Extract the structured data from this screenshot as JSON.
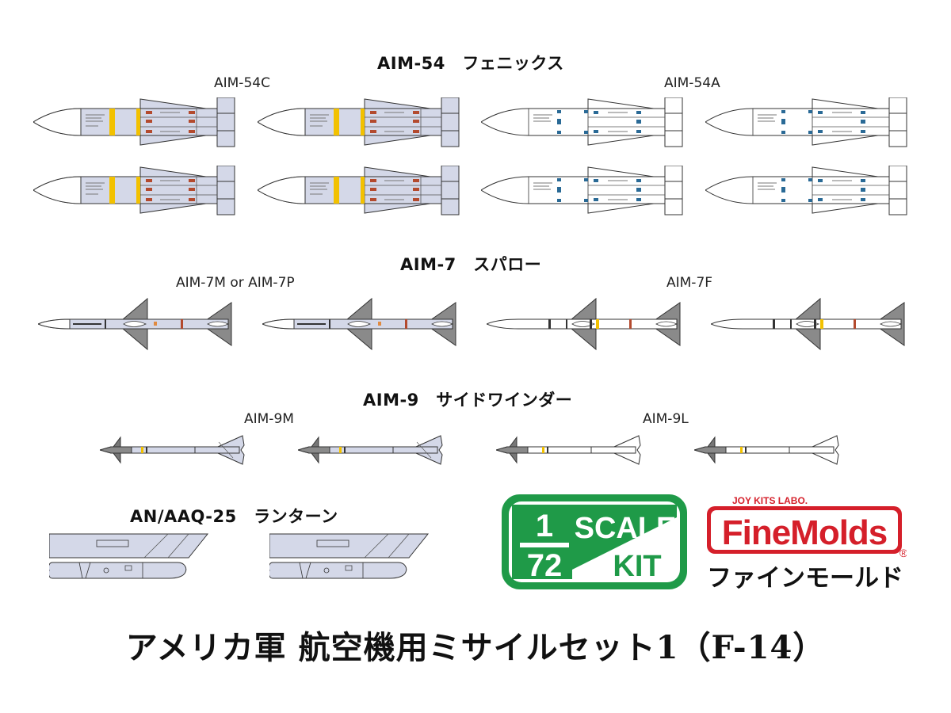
{
  "sections": {
    "aim54": {
      "title": "AIM-54　フェニックス",
      "variant_left": "AIM-54C",
      "variant_right": "AIM-54A"
    },
    "aim7": {
      "title": "AIM-7　スパロー",
      "variant_left": "AIM-7M or AIM-7P",
      "variant_right": "AIM-7F"
    },
    "aim9": {
      "title": "AIM-9　サイドワインダー",
      "variant_left": "AIM-9M",
      "variant_right": "AIM-9L"
    },
    "pod": {
      "title": "AN/AAQ-25　ランターン"
    }
  },
  "badge": {
    "top_number": "1",
    "bottom_number": "72",
    "scale_text": "SCALE",
    "kit_text": "KIT"
  },
  "brand": {
    "tagline": "JOY KITS LABO.",
    "name": "FineMolds",
    "registered": "®",
    "katakana": "ファインモールド"
  },
  "product_title": "アメリカ軍 航空機用ミサイルセット1（F-14）",
  "colors": {
    "missile_body": "#d4d8e8",
    "missile_white": "#ffffff",
    "aim54c_band": "#f2c100",
    "aim54_band_red": "#b34a2e",
    "aim54a_band": "#2a6a96",
    "fin_gray": "#7e7e7e",
    "badge_green": "#1f9a48",
    "brand_red": "#d51f2a"
  }
}
